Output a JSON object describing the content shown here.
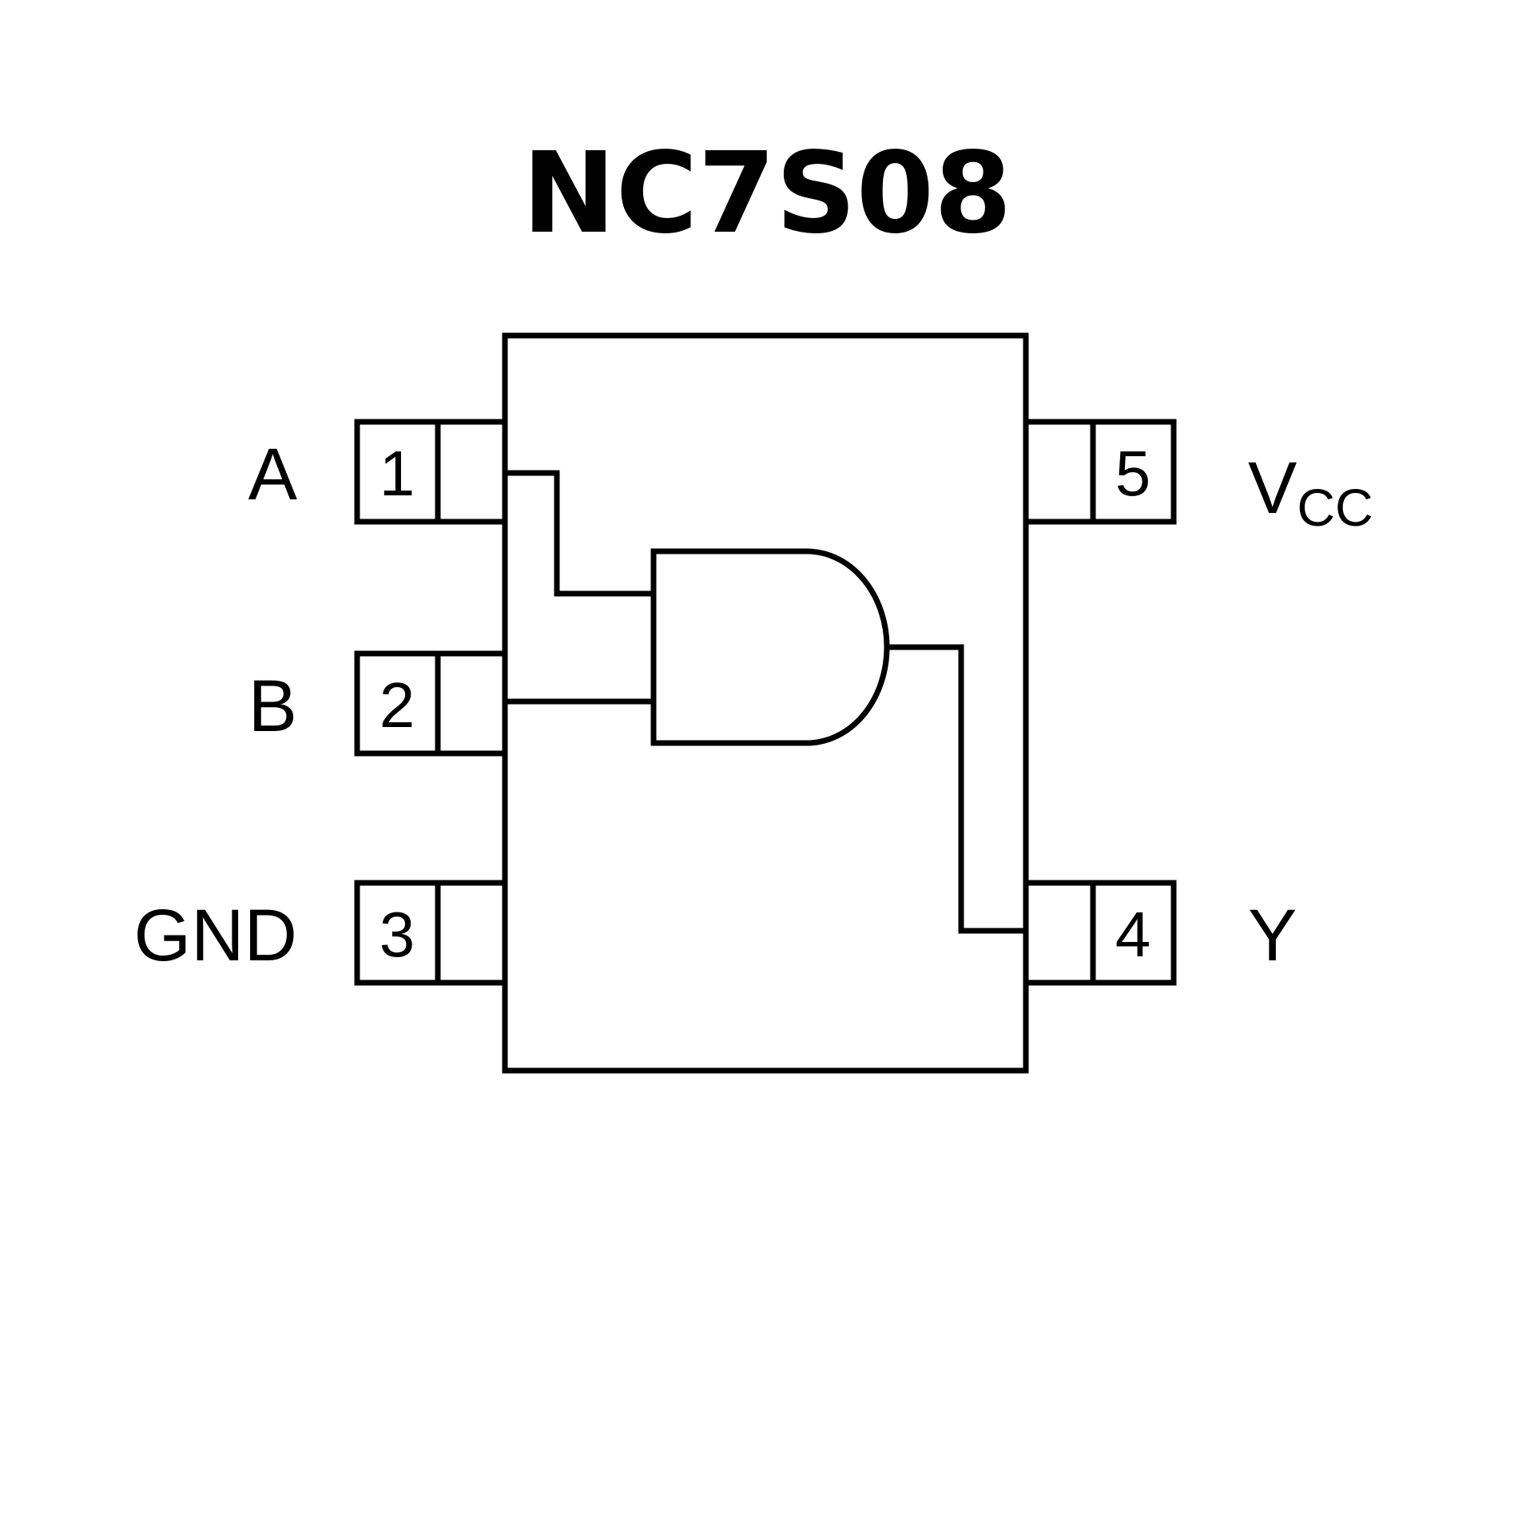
{
  "title": "NC7S08",
  "pins": [
    {
      "number": "1",
      "label": "A"
    },
    {
      "number": "2",
      "label": "B"
    },
    {
      "number": "3",
      "label": "GND"
    },
    {
      "number": "4",
      "label": "Y"
    },
    {
      "number": "5",
      "label": "V",
      "label_sub": "CC"
    }
  ],
  "gate": {
    "type": "AND",
    "icon": "and-gate-icon"
  },
  "colors": {
    "line": "#000000",
    "background": "#ffffff"
  }
}
